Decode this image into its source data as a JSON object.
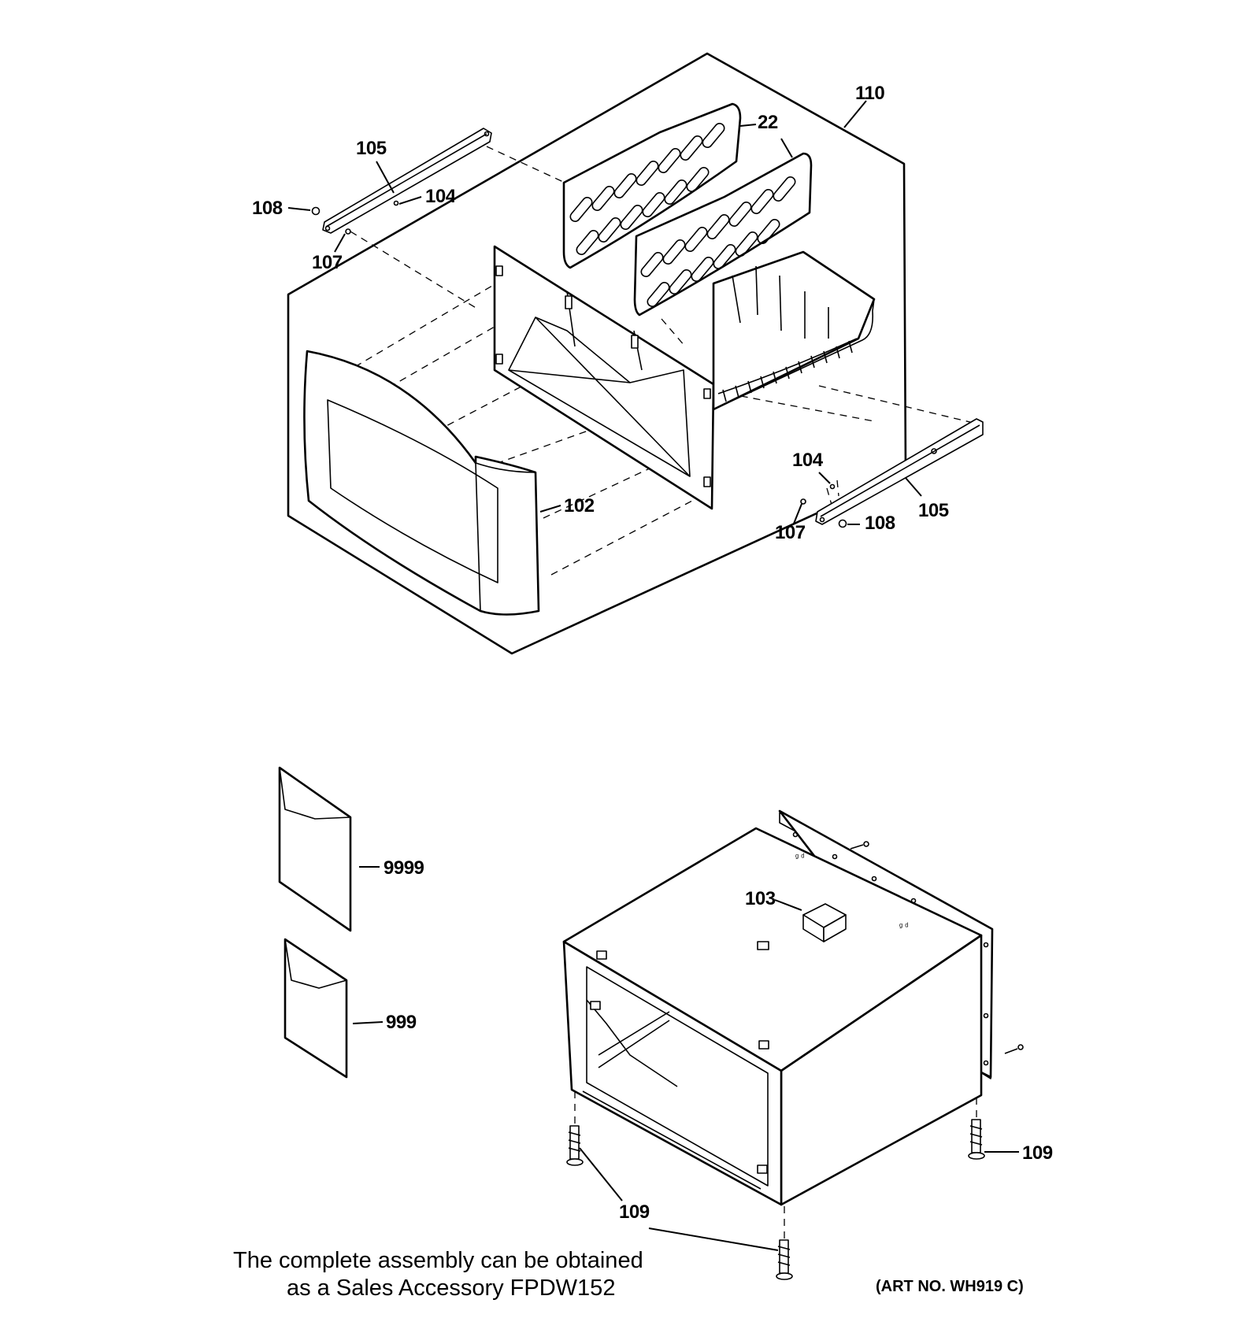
{
  "callouts": {
    "c110": "110",
    "c22": "22",
    "c105a": "105",
    "c104a": "104",
    "c108a": "108",
    "c107a": "107",
    "c102": "102",
    "c104b": "104",
    "c107b": "107",
    "c108b": "108",
    "c105b": "105",
    "c9999": "9999",
    "c999": "999",
    "c103": "103",
    "c109a": "109",
    "c109b": "109"
  },
  "note": {
    "line1": "The complete assembly can be obtained",
    "line2": "as a Sales Accessory FPDW152"
  },
  "art_number": "(ART NO. WH919 C)"
}
